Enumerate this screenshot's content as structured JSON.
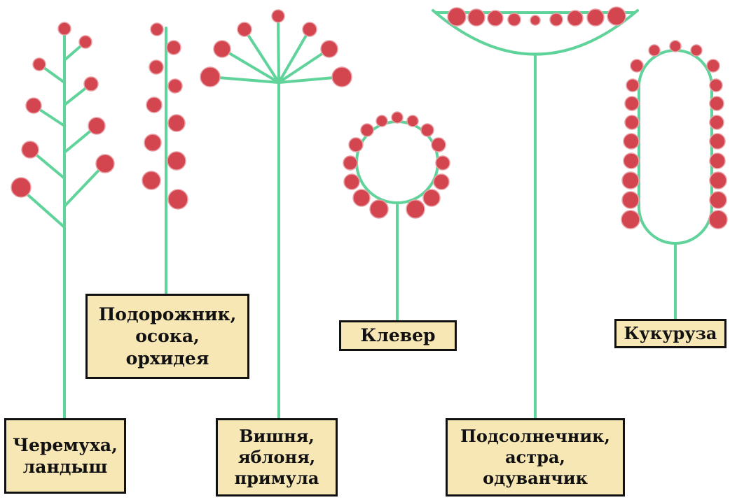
{
  "labels": {
    "raceme": "Черемуха,\nландыш",
    "spike": "Подорожник,\nосока,\nорхидея",
    "umbel": "Вишня,\nяблоня,\nпримула",
    "head": "Клевер",
    "capitulum": "Подсолнечник,\nастра,\nодуванчик",
    "spadix": "Кукуруза"
  },
  "colors": {
    "stem": "#5fd39a",
    "flower": "#d3454f",
    "label_background": "#f7e7b5",
    "label_border": "#111111"
  }
}
